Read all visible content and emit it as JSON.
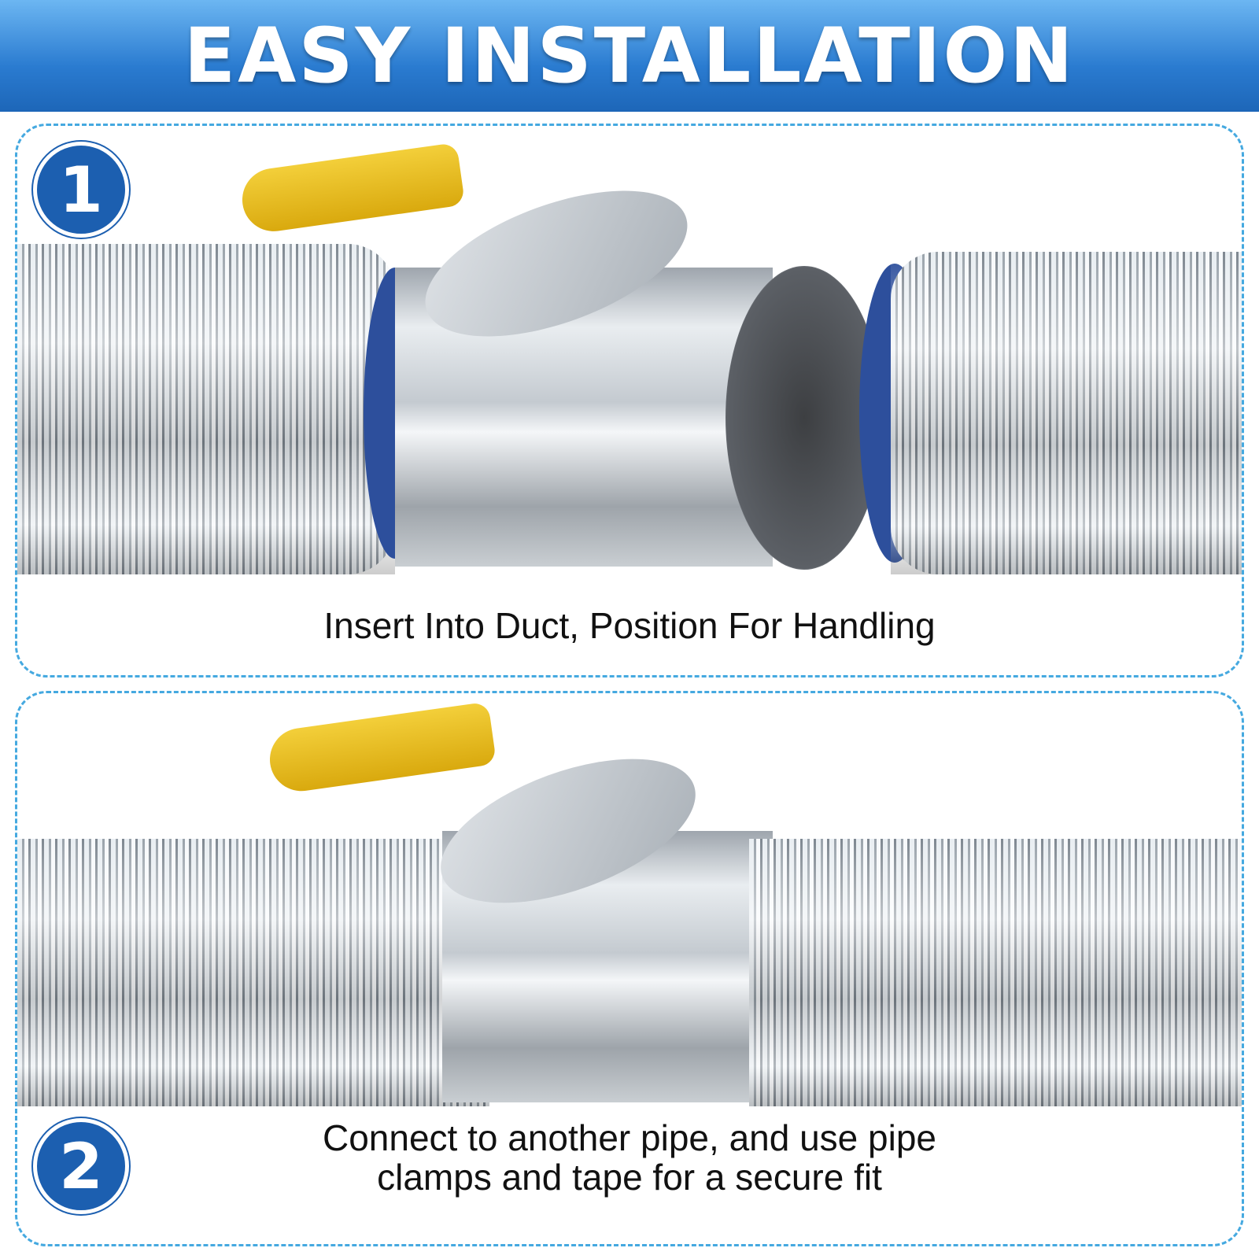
{
  "header": {
    "title": "EASY INSTALLATION"
  },
  "steps": [
    {
      "number": "1",
      "caption": "Insert Into Duct, Position For Handling"
    },
    {
      "number": "2",
      "caption_line1": "Connect to another pipe, and use pipe",
      "caption_line2": "clamps and tape for a secure fit"
    }
  ],
  "colors": {
    "header_blue": "#2a7bd0",
    "badge_blue": "#1c5fb0",
    "dashed_border": "#45a9e0",
    "handle_yellow": "#f3cf3a"
  }
}
